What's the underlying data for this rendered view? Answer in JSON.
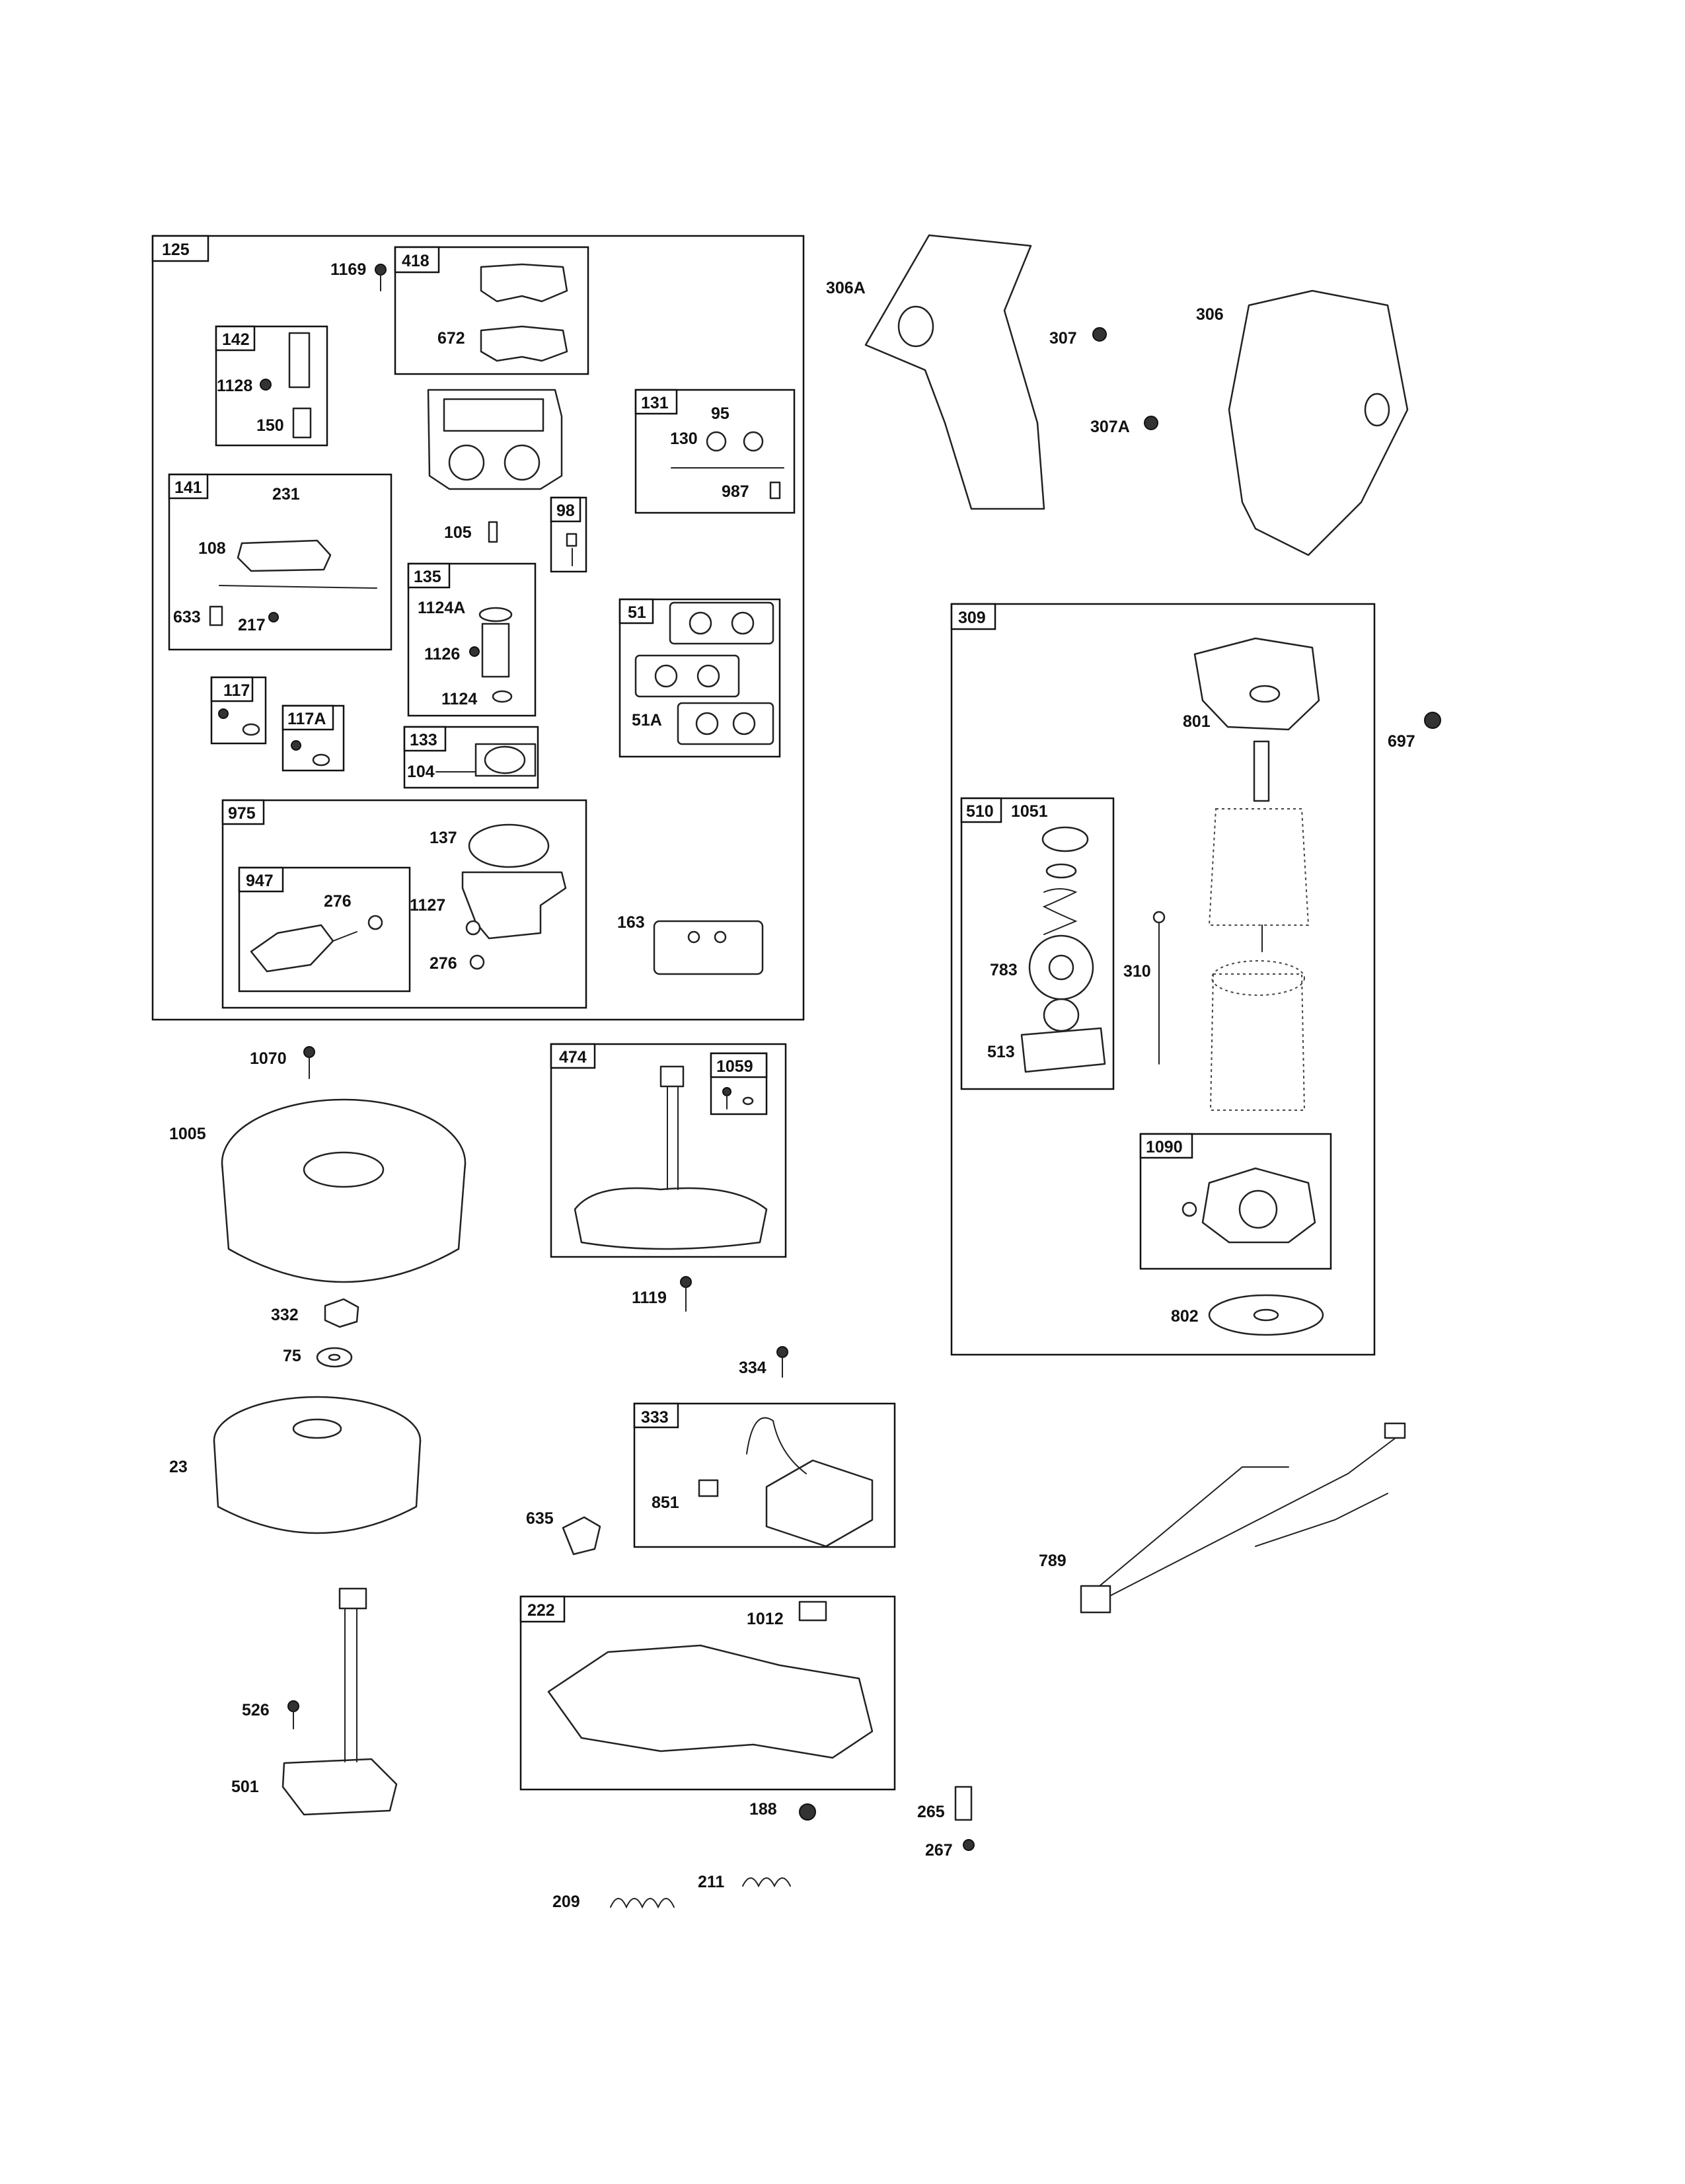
{
  "groups": [
    {
      "id": "125"
    },
    {
      "id": "418"
    },
    {
      "id": "142"
    },
    {
      "id": "131"
    },
    {
      "id": "141"
    },
    {
      "id": "98"
    },
    {
      "id": "135"
    },
    {
      "id": "51"
    },
    {
      "id": "117"
    },
    {
      "id": "117A"
    },
    {
      "id": "133"
    },
    {
      "id": "975"
    },
    {
      "id": "947"
    },
    {
      "id": "309"
    },
    {
      "id": "510"
    },
    {
      "id": "1090"
    },
    {
      "id": "474"
    },
    {
      "id": "1059"
    },
    {
      "id": "333"
    },
    {
      "id": "222"
    }
  ],
  "parts": [
    "1169",
    "672",
    "1128",
    "150",
    "95",
    "130",
    "987",
    "231",
    "108",
    "633",
    "217",
    "105",
    "1124A",
    "1126",
    "1124",
    "51A",
    "104",
    "137",
    "276",
    "1127",
    "276",
    "163",
    "306A",
    "306",
    "307",
    "307A",
    "801",
    "697",
    "1051",
    "783",
    "513",
    "310",
    "802",
    "1070",
    "1005",
    "332",
    "75",
    "23",
    "1119",
    "334",
    "851",
    "635",
    "1012",
    "188",
    "265",
    "267",
    "209",
    "211",
    "526",
    "501",
    "789"
  ]
}
